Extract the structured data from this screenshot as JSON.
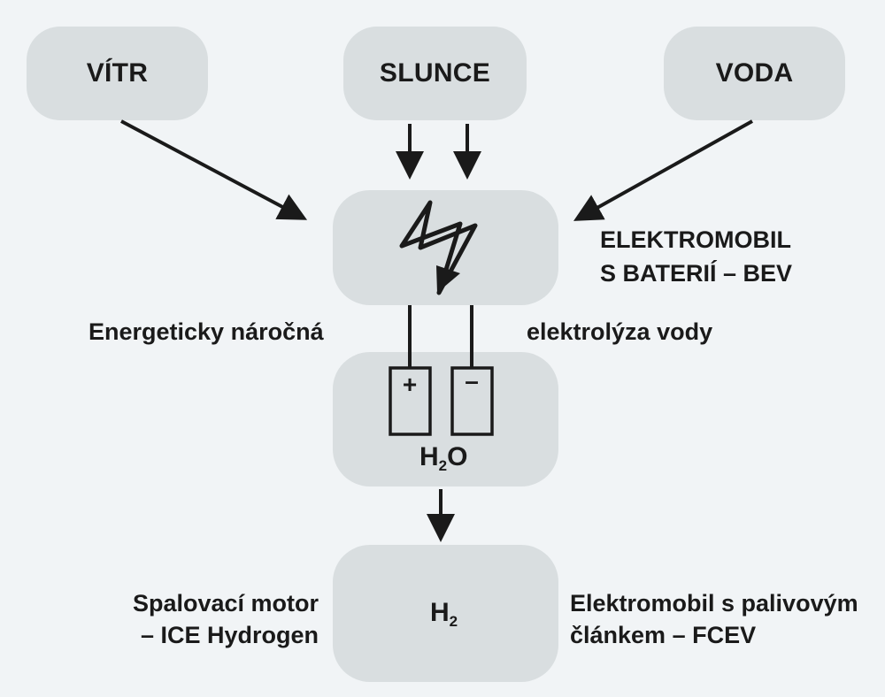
{
  "sources": {
    "wind": "VÍTR",
    "sun": "SLUNCE",
    "water": "VODA"
  },
  "electrolysis": {
    "left_label": "Energeticky náročná",
    "right_label": "elektrolýza vody",
    "plus": "+",
    "minus": "–",
    "formula_main_1": "H",
    "formula_sub_1": "2",
    "formula_main_2": "O"
  },
  "bev": {
    "line1": "ELEKTROMOBIL",
    "line2": "S BATERIÍ – BEV"
  },
  "hydrogen": {
    "formula_main": "H",
    "formula_sub": "2"
  },
  "ice": {
    "line1": "Spalovací motor",
    "line2": "– ICE Hydrogen"
  },
  "fcev": {
    "line1": "Elektromobil s palivovým",
    "line2": "článkem – FCEV"
  },
  "icons": {
    "lightning": "lightning-bolt-icon",
    "anode": "anode-electrode-icon",
    "cathode": "cathode-electrode-icon"
  },
  "colors": {
    "background": "#f1f4f6",
    "node_fill": "#d9dee0",
    "ink": "#1a1a1a"
  }
}
